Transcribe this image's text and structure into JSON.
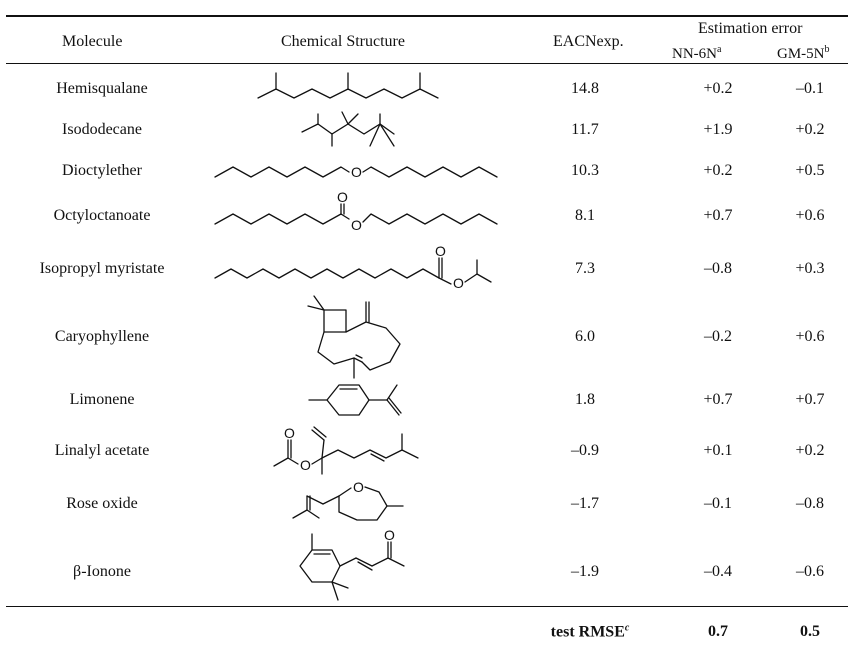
{
  "table": {
    "headers": {
      "molecule": "Molecule",
      "structure": "Chemical Structure",
      "exp": "EACNexp.",
      "error_group": "Estimation error",
      "nn": "NN-6N",
      "nn_sup": "a",
      "gm": "GM-5N",
      "gm_sup": "b"
    },
    "rows": [
      {
        "name": "Hemisqualane",
        "exp": "14.8",
        "nn": "+0.2",
        "gm": "–0.1"
      },
      {
        "name": "Isododecane",
        "exp": "11.7",
        "nn": "+1.9",
        "gm": "+0.2"
      },
      {
        "name": "Dioctylether",
        "exp": "10.3",
        "nn": "+0.2",
        "gm": "+0.5"
      },
      {
        "name": "Octyloctanoate",
        "exp": "8.1",
        "nn": "+0.7",
        "gm": "+0.6"
      },
      {
        "name": "Isopropyl myristate",
        "exp": "7.3",
        "nn": "–0.8",
        "gm": "+0.3"
      },
      {
        "name": "Caryophyllene",
        "exp": "6.0",
        "nn": "–0.2",
        "gm": "+0.6"
      },
      {
        "name": "Limonene",
        "exp": "1.8",
        "nn": "+0.7",
        "gm": "+0.7"
      },
      {
        "name": "Linalyl acetate",
        "exp": "–0.9",
        "nn": "+0.1",
        "gm": "+0.2"
      },
      {
        "name": "Rose oxide",
        "exp": "–1.7",
        "nn": "–0.1",
        "gm": "–0.8"
      },
      {
        "name": "β-Ionone",
        "exp": "–1.9",
        "nn": "–0.4",
        "gm": "–0.6"
      }
    ],
    "footer": {
      "label": "test RMSE",
      "label_sup": "c",
      "nn": "0.7",
      "gm": "0.5"
    },
    "atom_label": "O"
  }
}
